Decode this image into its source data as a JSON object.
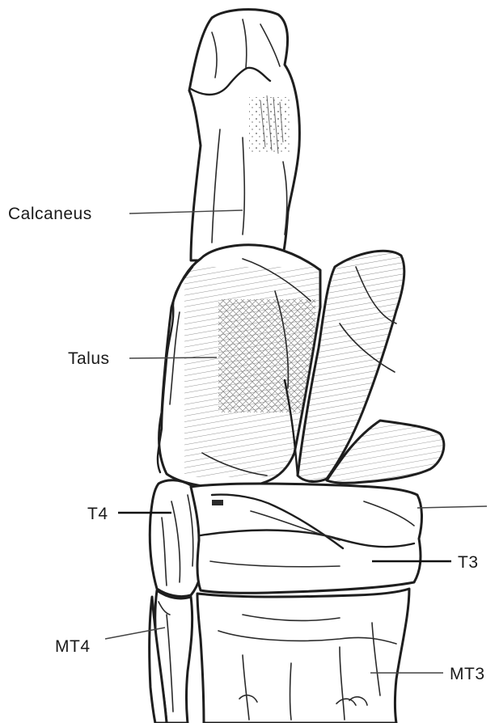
{
  "labels": {
    "calcaneus": "Calcaneus",
    "talus": "Talus",
    "t4": "T4",
    "t3": "T3",
    "mt4": "MT4",
    "mt3": "MT3"
  }
}
